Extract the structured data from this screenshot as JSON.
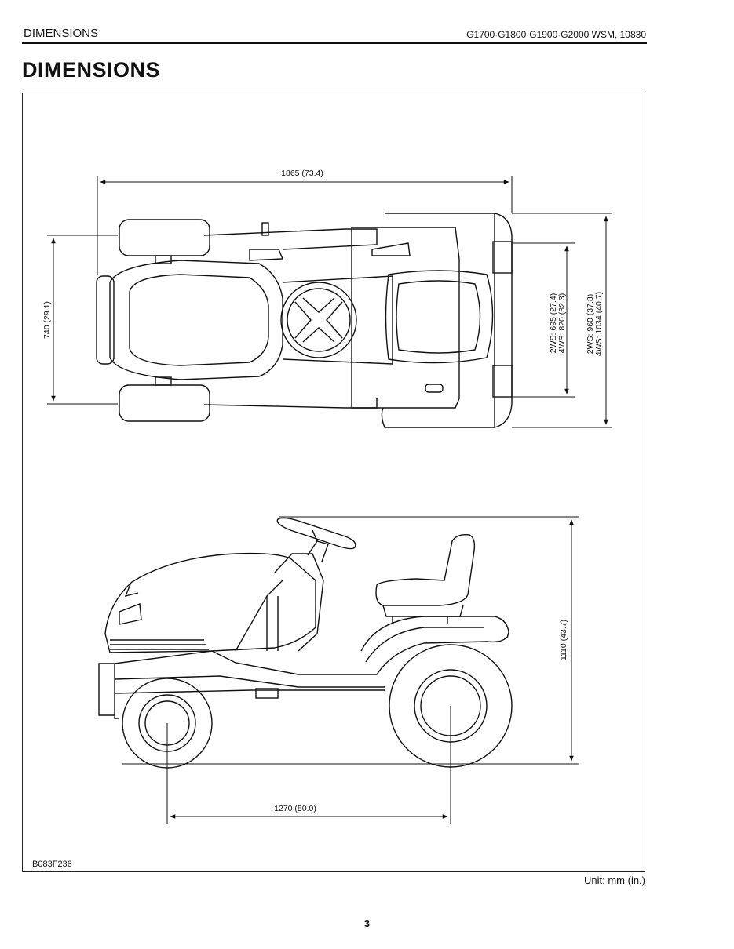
{
  "header": {
    "section": "DIMENSIONS",
    "models": "G1700·G1800·G1900·G2000  WSM, 10830"
  },
  "page_title": "DIMENSIONS",
  "figure": {
    "code": "B083F236",
    "dims": {
      "overall_length": "1865 (73.4)",
      "tread_front": "740 (29.1)",
      "tread_rear_line1": "2WS: 695 (27.4)",
      "tread_rear_line2": "4WS: 820 (32.3)",
      "overall_width_line1": "2WS: 960 (37.8)",
      "overall_width_line2": "4WS: 1034 (40.7)",
      "overall_height": "1110 (43.7)",
      "wheelbase": "1270 (50.0)"
    }
  },
  "unit_note": "Unit: mm (in.)",
  "page_number": "3"
}
